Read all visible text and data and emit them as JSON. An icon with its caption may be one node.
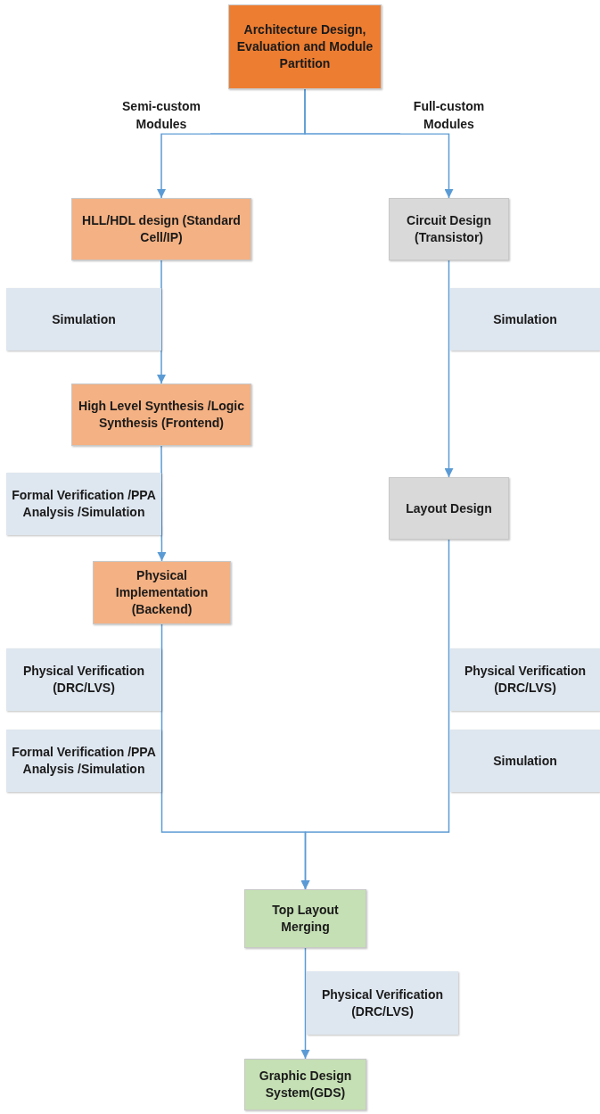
{
  "diagram": {
    "nodes": [
      {
        "text": [
          "Architecture Design, Evaluation and Module Partition"
        ]
      },
      {
        "text": [
          "HLL/HDL design (Standard Cell/IP)"
        ]
      },
      {
        "text": [
          "Circuit Design (Transistor)"
        ]
      },
      {
        "text": [
          "Simulation"
        ]
      },
      {
        "text": [
          "Simulation"
        ]
      },
      {
        "text": [
          "High Level Synthesis /Logic Synthesis (Frontend)"
        ]
      },
      {
        "text": [
          "Formal Verification /PPA Analysis /Simulation"
        ]
      },
      {
        "text": [
          "Layout Design"
        ]
      },
      {
        "text": [
          "Physical Implementation (Backend)"
        ]
      },
      {
        "text": [
          "Physical Verification (DRC/LVS)"
        ]
      },
      {
        "text": [
          "Physical Verification (DRC/LVS)"
        ]
      },
      {
        "text": [
          "Formal Verification /PPA Analysis /Simulation"
        ]
      },
      {
        "text": [
          "Simulation"
        ]
      },
      {
        "text": [
          "Top Layout Merging"
        ]
      },
      {
        "text": [
          "Physical Verification (DRC/LVS)"
        ]
      },
      {
        "text": [
          "Graphic Design System(GDS)"
        ]
      }
    ],
    "edges": [
      {
        "from": 0,
        "to": 1,
        "arrow": "to",
        "label": "Semi-custom Modules"
      },
      {
        "from": 0,
        "to": 2,
        "arrow": "to",
        "label": "Full-custom Modules"
      },
      {
        "from": 1,
        "to": 5,
        "arrow": "to"
      },
      {
        "from": 5,
        "to": 8,
        "arrow": "to"
      },
      {
        "from": 2,
        "to": 7,
        "arrow": "to"
      },
      {
        "from": 8,
        "to": 13,
        "arrow": "to"
      },
      {
        "from": 7,
        "to": 13,
        "arrow": "to"
      },
      {
        "from": 13,
        "to": 15,
        "arrow": "to"
      }
    ]
  }
}
